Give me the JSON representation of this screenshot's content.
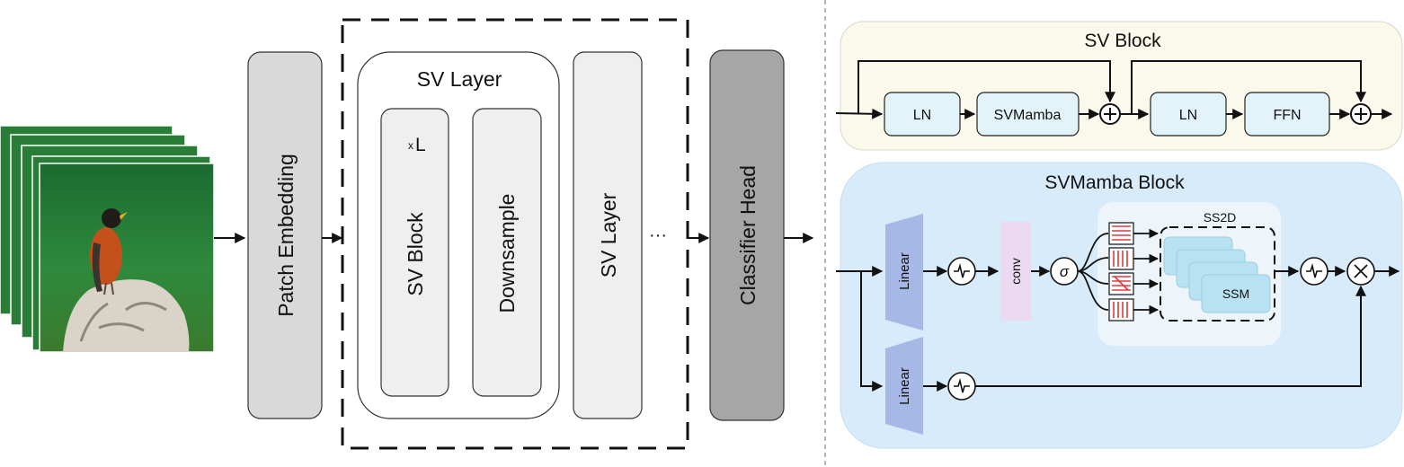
{
  "left": {
    "patch_embedding": "Patch Embedding",
    "sv_layer_title": "SV Layer",
    "repeat_mark_x": "x",
    "repeat_mark_l": "L",
    "sv_block": "SV Block",
    "downsample": "Downsample",
    "sv_layer_2": "SV Layer",
    "ellipsis": "···",
    "classifier_head": "Classifier Head"
  },
  "sv_block_panel": {
    "title": "SV Block",
    "ln1": "LN",
    "svmamba": "SVMamba",
    "ln2": "LN",
    "ffn": "FFN"
  },
  "svmamba_panel": {
    "title": "SVMamba Block",
    "linear_top": "Linear",
    "linear_bottom": "Linear",
    "conv": "conv",
    "sigma": "σ",
    "ss2d": "SS2D",
    "ssm": "SSM"
  },
  "colors": {
    "sv_block_bg": "#fbf9ec",
    "svmamba_bg": "#d7ebfa",
    "small_box": "#e2f4fa",
    "linear": "#a6b8e6",
    "conv": "#ecdaf2",
    "ssm": "#b8e2f2",
    "ss2d_bg": "#edf5fb",
    "gray_box": "#d9d9d9",
    "light_box": "#efefef",
    "head_box": "#a6a6a6",
    "scan_red": "#e33a3a"
  },
  "icons": [
    "bird-photo",
    "plus-circle-icon",
    "activation-icon",
    "sigma-icon",
    "multiply-icon",
    "scan-pattern-icon"
  ]
}
